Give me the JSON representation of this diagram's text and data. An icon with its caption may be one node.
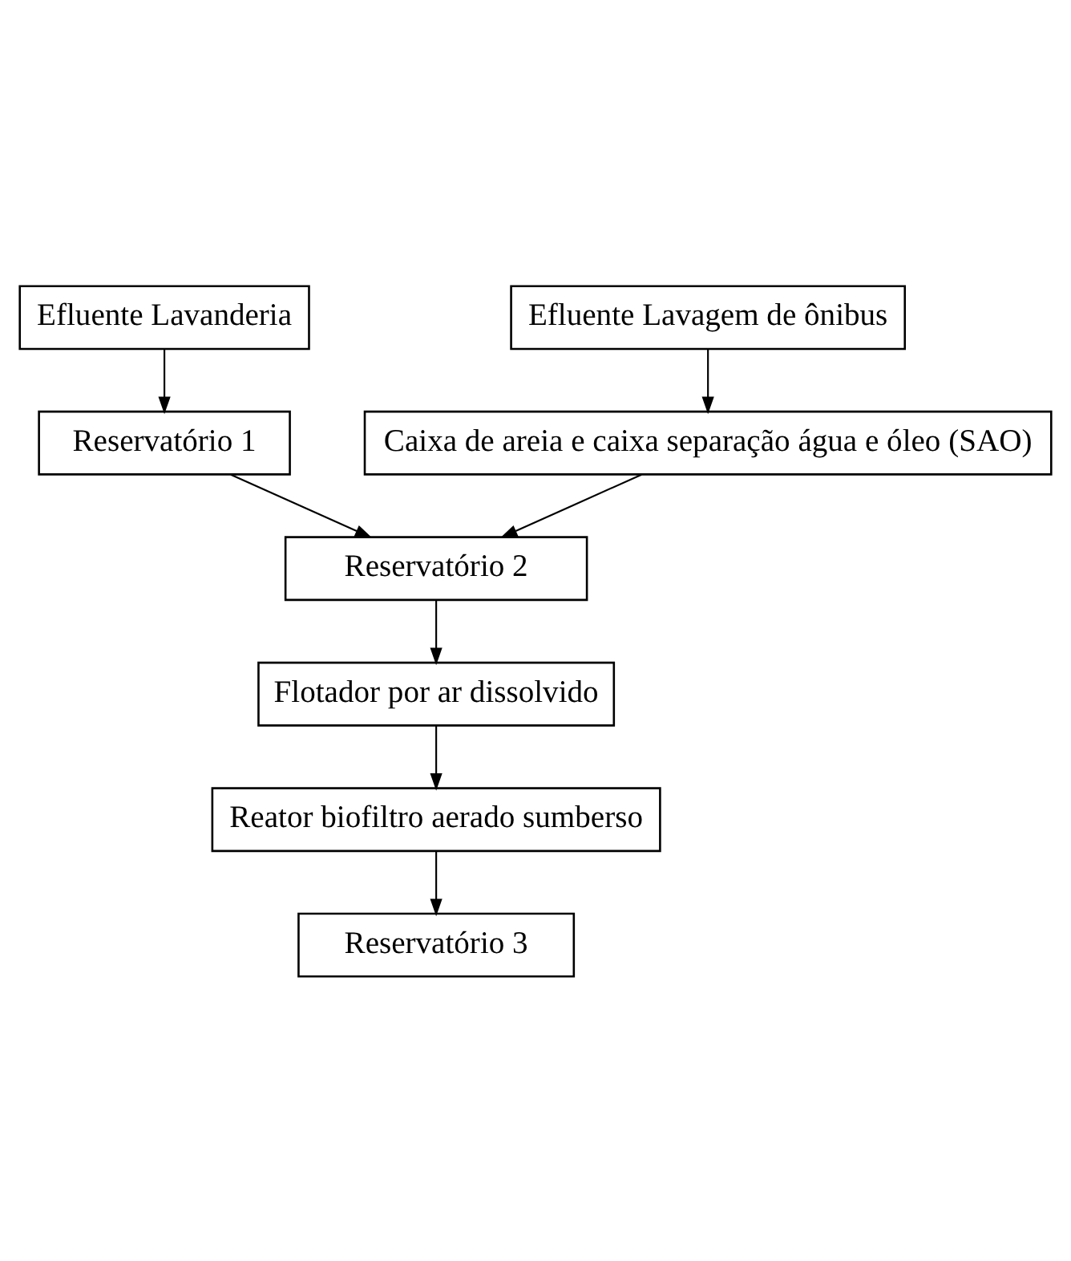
{
  "diagram": {
    "nodes": [
      {
        "text": [
          "Efluente Lavanderia"
        ]
      },
      {
        "text": [
          "Efluente Lavagem de ônibus"
        ]
      },
      {
        "text": [
          "Reservatório 1"
        ]
      },
      {
        "text": [
          "Caixa de areia e caixa separação água e óleo (SAO)"
        ]
      },
      {
        "text": [
          "Reservatório 2"
        ]
      },
      {
        "text": [
          "Flotador por ar dissolvido"
        ]
      },
      {
        "text": [
          "Reator biofiltro aerado sumberso"
        ]
      },
      {
        "text": [
          "Reservatório 3"
        ]
      }
    ],
    "edges": [
      {
        "from": 0,
        "to": 2,
        "arrow": "to"
      },
      {
        "from": 1,
        "to": 3,
        "arrow": "to"
      },
      {
        "from": 2,
        "to": 4,
        "arrow": "to"
      },
      {
        "from": 3,
        "to": 4,
        "arrow": "to"
      },
      {
        "from": 4,
        "to": 5,
        "arrow": "to"
      },
      {
        "from": 5,
        "to": 6,
        "arrow": "to"
      },
      {
        "from": 6,
        "to": 7,
        "arrow": "to"
      }
    ]
  }
}
